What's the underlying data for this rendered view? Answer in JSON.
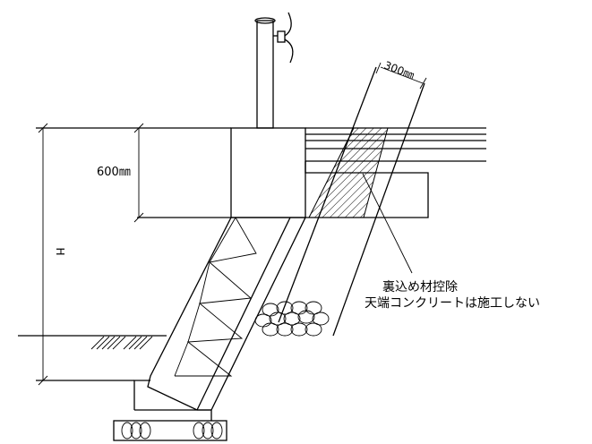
{
  "dimensions": {
    "height_label": "H",
    "top_depth_label": "600㎜",
    "width_label": "300㎜"
  },
  "note": {
    "line1": "裏込め材控除",
    "line2": "天端コンクリートは施工しない"
  },
  "colors": {
    "ink": "#000000",
    "background": "#ffffff"
  }
}
